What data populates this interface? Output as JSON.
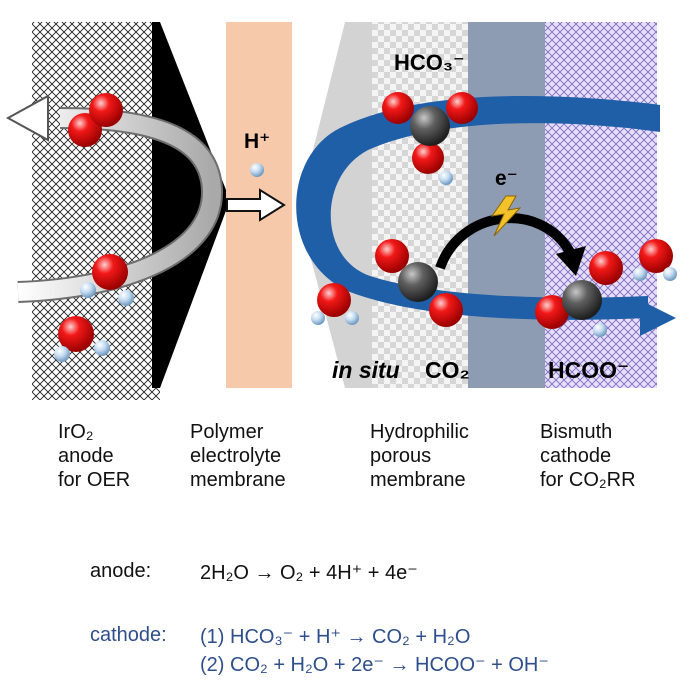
{
  "diagram": {
    "species": {
      "proton": "H⁺",
      "bicarbonate": "HCO₃⁻",
      "electron": "e⁻",
      "formate": "HCOO⁻",
      "co2_prefix": "in situ",
      "co2_formula": "CO₂"
    }
  },
  "labels": [
    {
      "lines": [
        "IrO₂",
        "anode",
        "for OER"
      ]
    },
    {
      "lines": [
        "Polymer",
        "electrolyte",
        "membrane"
      ]
    },
    {
      "lines": [
        "Hydrophilic",
        "porous",
        "membrane"
      ]
    },
    {
      "lines": [
        "Bismuth",
        "cathode",
        "for CO₂RR"
      ]
    }
  ],
  "equations": {
    "anode_label": "anode:",
    "anode_eq": "2H₂O → O₂ + 4H⁺ + 4e⁻",
    "cathode_label": "cathode:",
    "cathode_eq1": "(1) HCO₃⁻ + H⁺ → CO₂ + H₂O",
    "cathode_eq2": "(2) CO₂ + H₂O + 2e⁻ → HCOO⁻ + OH⁻"
  },
  "colors": {
    "membrane": "#f6c9ab",
    "anode_black": "#000000",
    "flow_blue": "#1e5ea8",
    "cathode_purple": "#b7a8df",
    "cathode_gray": "#8494ad",
    "oxygen_red": "#e01010",
    "carbon_gray": "#505050",
    "hydrogen_blue": "#b9d3ea",
    "cathode_text": "#2f4e8c"
  }
}
